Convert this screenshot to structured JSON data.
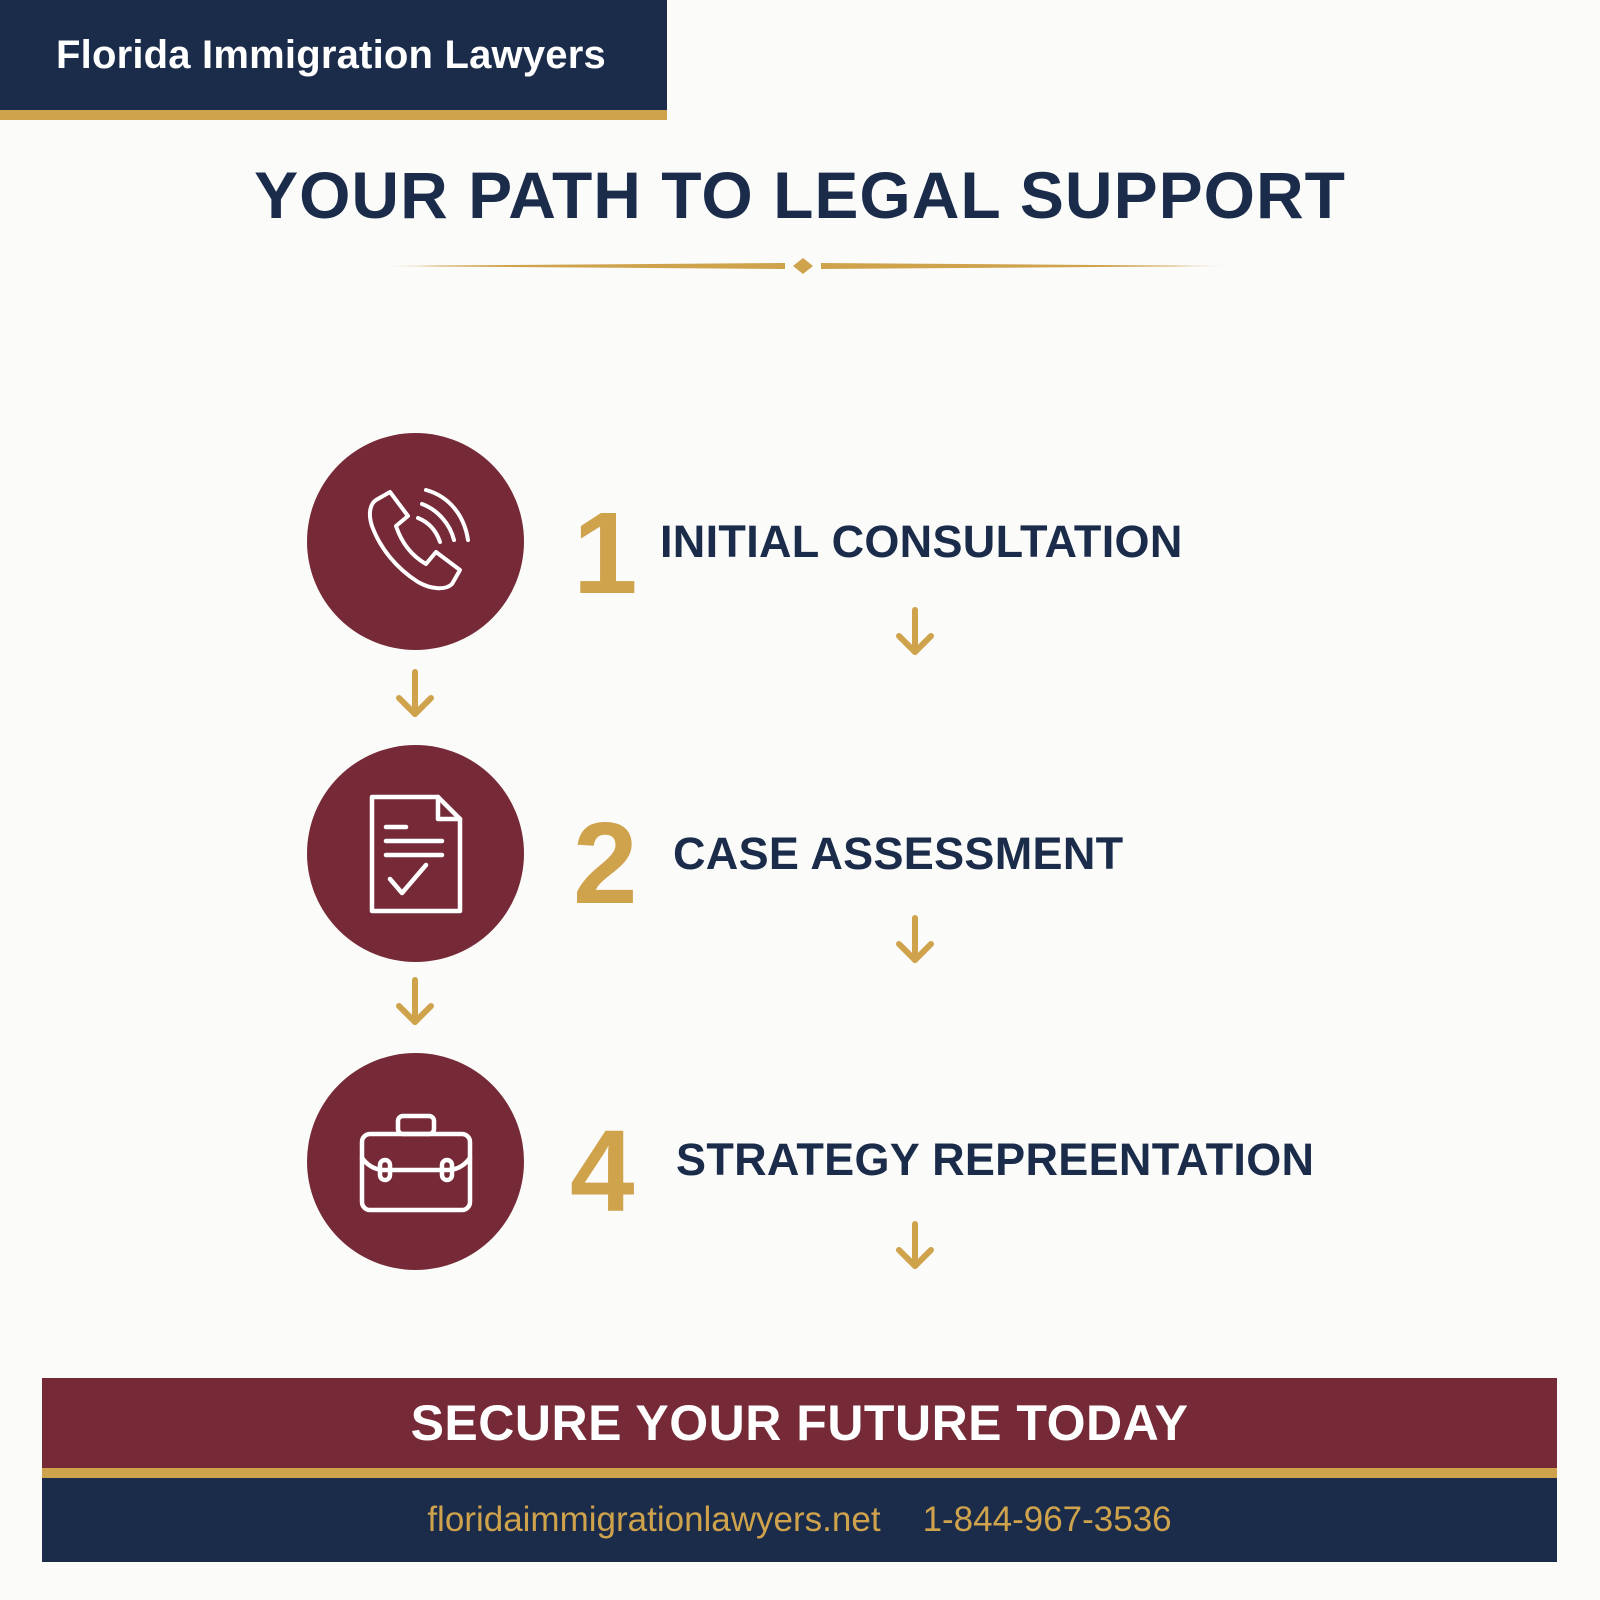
{
  "header": {
    "brand": "Florida Immigration Lawyers"
  },
  "main": {
    "title": "YOUR PATH TO LEGAL SUPPORT",
    "steps": [
      {
        "number": "1",
        "label": "INITIAL CONSULTATION",
        "icon": "phone-icon"
      },
      {
        "number": "2",
        "label": "CASE ASSESSMENT",
        "icon": "document-check-icon"
      },
      {
        "number": "4",
        "label": "STRATEGY REPREENTATION",
        "icon": "briefcase-icon"
      }
    ]
  },
  "banner": {
    "cta": "SECURE YOUR FUTURE TODAY",
    "website": "floridaimmigrationlawyers.net",
    "phone": "1-844-967-3536"
  },
  "colors": {
    "navy": "#1b2c4b",
    "gold": "#cfa24c",
    "maroon": "#762a37",
    "background": "#fbfbfa"
  }
}
